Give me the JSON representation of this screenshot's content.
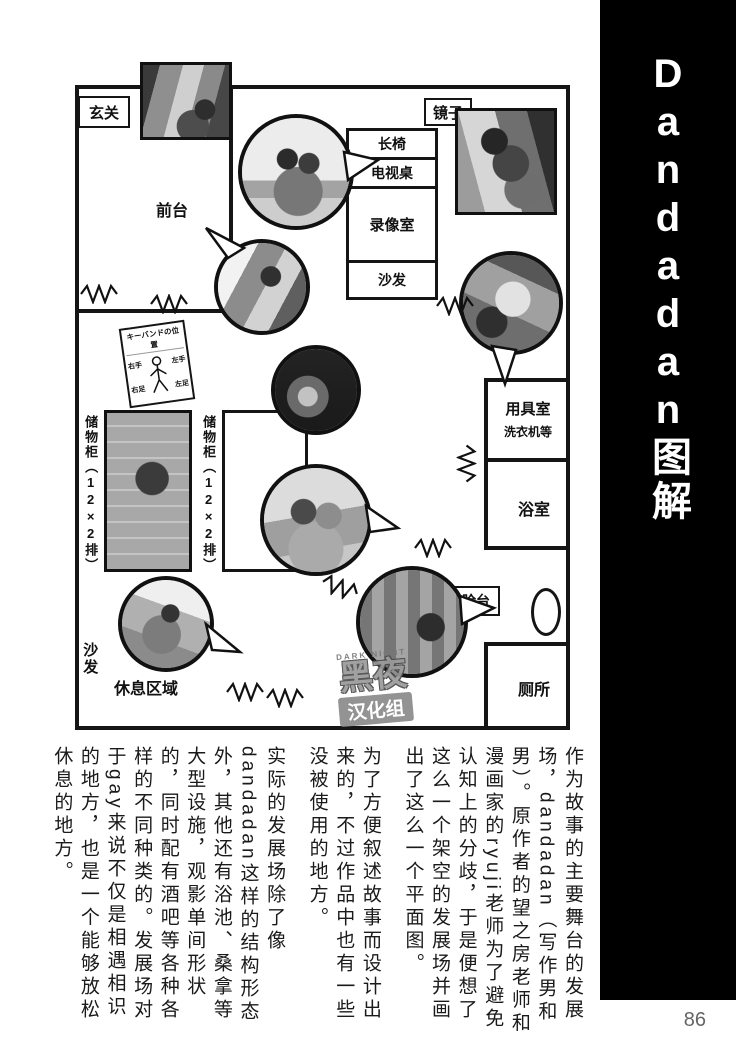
{
  "sidebar": {
    "title": "Dandadan图解"
  },
  "page": {
    "number": "86"
  },
  "plan": {
    "rooms": {
      "entrance": "玄关",
      "front_desk": "前台",
      "mirror": "镜子",
      "bench": "长椅",
      "tv_table": "电视桌",
      "video_room": "录像室",
      "video_sofa": "沙发",
      "utility_room": "用具室",
      "utility_note": "洗衣机等",
      "bathroom": "浴室",
      "washstand": "洗脸台",
      "toilet": "厕所",
      "locker_a": "储物柜（12×2排）",
      "locker_b": "储物柜（12×2排）",
      "rest_sofa": "沙发",
      "rest_area": "休息区域"
    },
    "sign": {
      "title": "キーバンドの位置",
      "labels": [
        "右手",
        "左手",
        "右足",
        "左足"
      ]
    }
  },
  "watermark": {
    "line1": "黑夜",
    "line2": "汉化组",
    "sub": "DARK NIGHT"
  },
  "article": {
    "p1": "作为故事的主要舞台的发展场，dandadan（写作男和男）。原作者的望之房老师和漫画家的ryuji老师为了避免认知上的分歧，于是便想了这么一个架空的发展场并画出了这么一个平面图。",
    "p2": "为了方便叙述故事而设计出来的，不过作品中也有一些没被使用的地方。",
    "p3": "实际的发展场除了像dandadan这样的结构形态外，其他还有浴池、桑拿等大型设施，观影单间形状的，同时配有酒吧等各种各样的不同种类的。发展场对于gay来说不仅是相遇相识的地方，也是一个能够放松休息的地方。"
  }
}
